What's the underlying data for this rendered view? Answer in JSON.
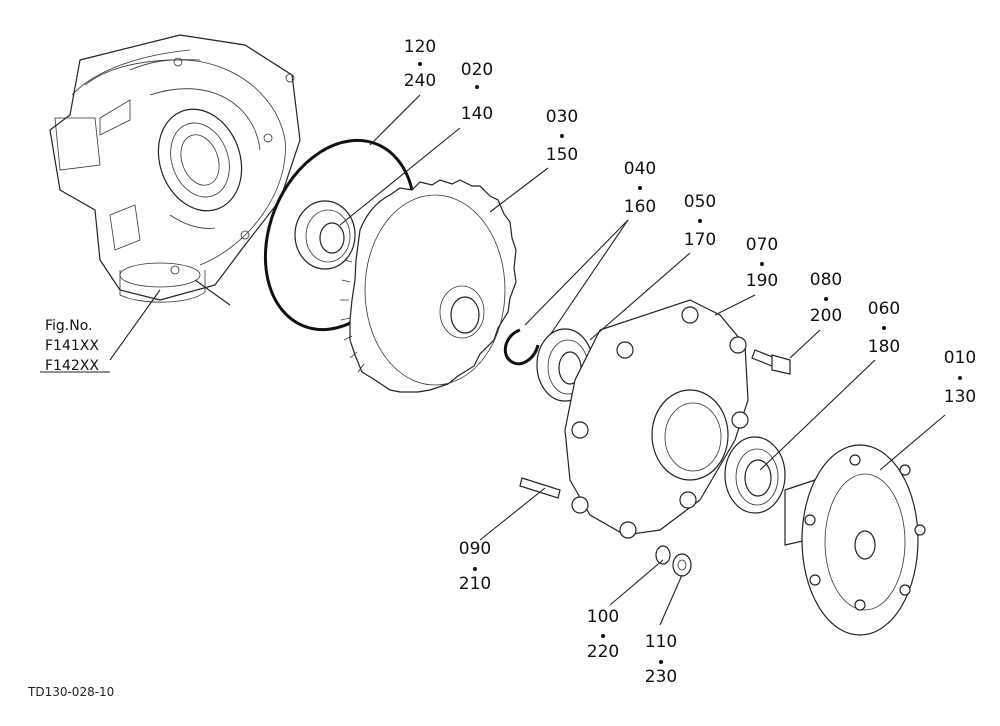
{
  "callouts": [
    {
      "id": "c1",
      "top": "120",
      "bottom": "240"
    },
    {
      "id": "c2",
      "top": "020",
      "bottom": "140"
    },
    {
      "id": "c3",
      "top": "030",
      "bottom": "150"
    },
    {
      "id": "c4",
      "top": "040",
      "bottom": "160"
    },
    {
      "id": "c5",
      "top": "050",
      "bottom": "170"
    },
    {
      "id": "c6",
      "top": "070",
      "bottom": "190"
    },
    {
      "id": "c7",
      "top": "080",
      "bottom": "200"
    },
    {
      "id": "c8",
      "top": "060",
      "bottom": "180"
    },
    {
      "id": "c9",
      "top": "010",
      "bottom": "130"
    },
    {
      "id": "c10",
      "top": "090",
      "bottom": "210"
    },
    {
      "id": "c11",
      "top": "100",
      "bottom": "220"
    },
    {
      "id": "c12",
      "top": "110",
      "bottom": "230"
    }
  ],
  "figure_ref": {
    "label": "Fig.No.",
    "lines": [
      "F141XX",
      "F142XX"
    ]
  },
  "drawing_code": "TD130-028-10"
}
